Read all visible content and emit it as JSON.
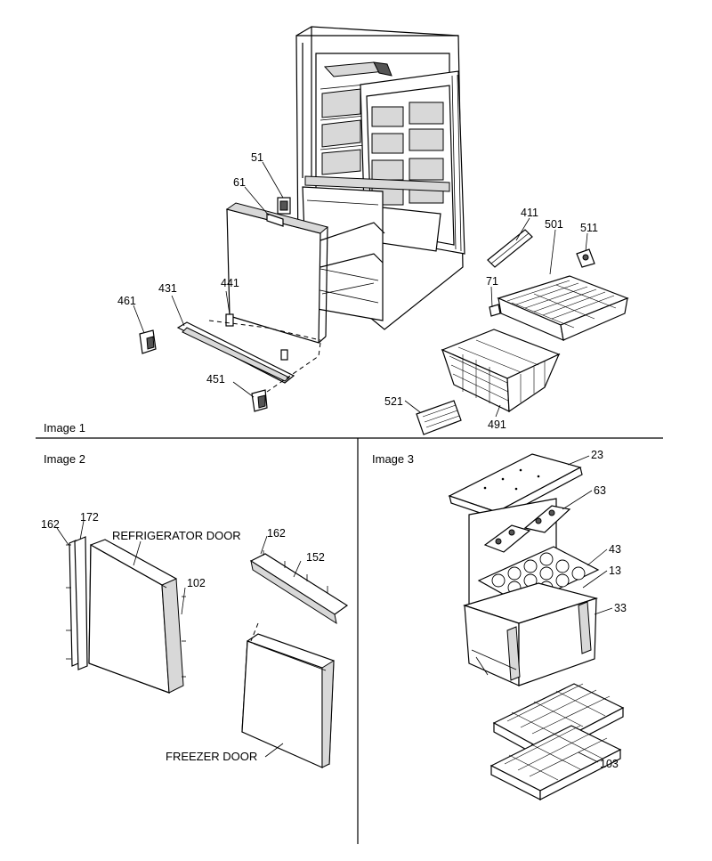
{
  "panels": {
    "image1": "Image 1",
    "image2": "Image 2",
    "image3": "Image 3"
  },
  "labels": {
    "refrigerator_door": "REFRIGERATOR DOOR",
    "freezer_door": "FREEZER DOOR"
  },
  "callouts": {
    "p51": "51",
    "p61": "61",
    "p411": "411",
    "p501": "501",
    "p511": "511",
    "p461": "461",
    "p431": "431",
    "p441": "441",
    "p71": "71",
    "p451": "451",
    "p521": "521",
    "p491": "491",
    "p162a": "162",
    "p172": "172",
    "p102": "102",
    "p162b": "162",
    "p152": "152",
    "p23": "23",
    "p63": "63",
    "p43": "43",
    "p13": "13",
    "p33": "33",
    "p103": "103"
  }
}
